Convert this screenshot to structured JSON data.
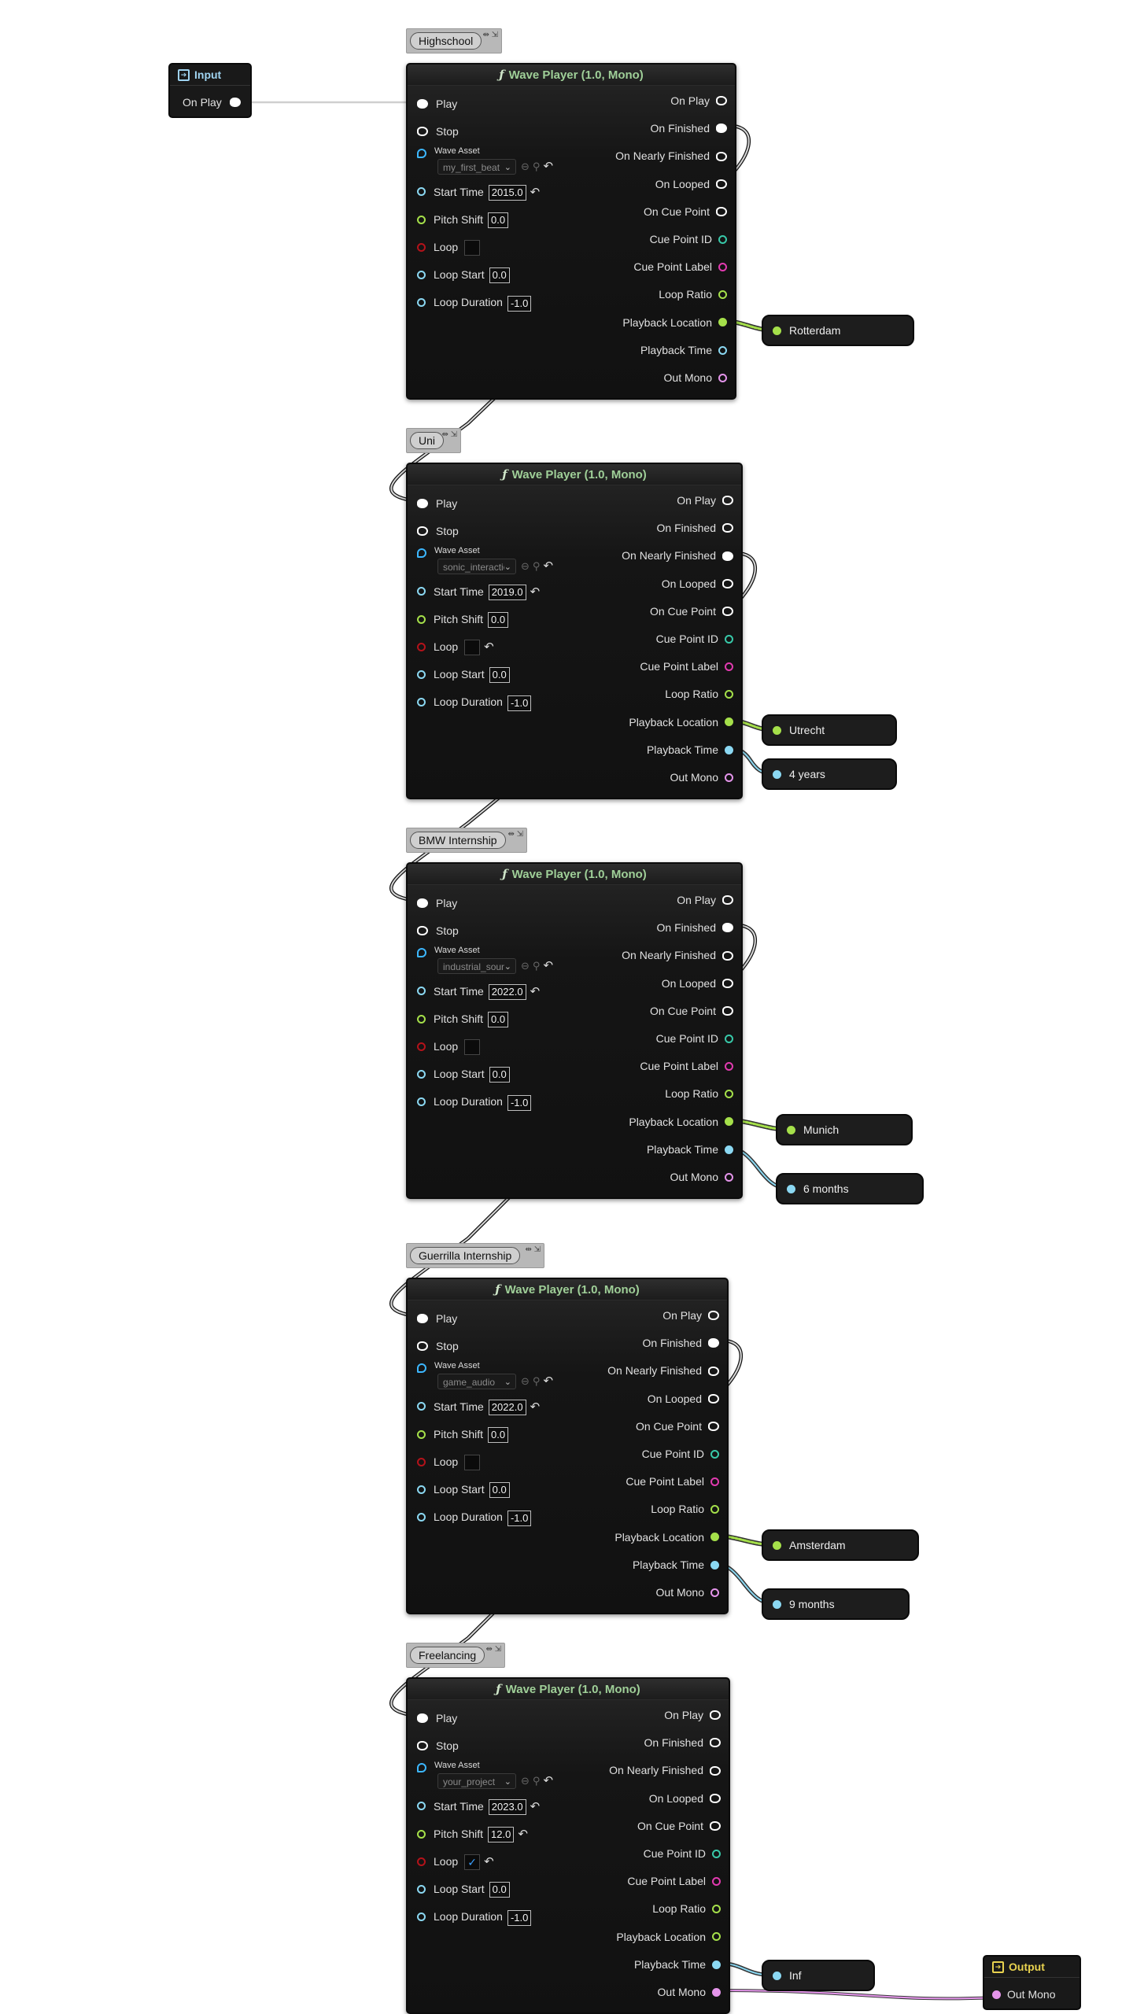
{
  "node_title": "Wave Player (1.0, Mono)",
  "input_node": {
    "title": "Input",
    "out_label": "On Play"
  },
  "output_node": {
    "title": "Output",
    "in_label": "Out Mono"
  },
  "input_labels": {
    "play": "Play",
    "stop": "Stop",
    "wave_asset": "Wave Asset",
    "start_time": "Start Time",
    "pitch_shift": "Pitch Shift",
    "loop": "Loop",
    "loop_start": "Loop Start",
    "loop_duration": "Loop Duration"
  },
  "output_labels": {
    "on_play": "On Play",
    "on_finished": "On Finished",
    "on_nearly_finished": "On Nearly Finished",
    "on_looped": "On Looped",
    "on_cue_point": "On Cue Point",
    "cue_point_id": "Cue Point ID",
    "cue_point_label": "Cue Point Label",
    "loop_ratio": "Loop Ratio",
    "playback_location": "Playback Location",
    "playback_time": "Playback Time",
    "out_mono": "Out Mono"
  },
  "pin_colors": {
    "exec": "#ffffff",
    "wave": "#3cb7ff",
    "time": "#8bd8f2",
    "float": "#a5e04a",
    "bool": "#b3121a",
    "int": "#38c9a9",
    "string": "#e23ab0",
    "audio": "#e494ea"
  },
  "sections": [
    {
      "comment": "Highschool",
      "wave_asset": "my_first_beat",
      "start_time": "2015.0",
      "pitch_shift": "0.0",
      "loop_checked": false,
      "loop_start": "0.0",
      "loop_duration": "-1.0",
      "location": "Rotterdam",
      "time": ""
    },
    {
      "comment": "Uni",
      "wave_asset": "sonic_interaction",
      "start_time": "2019.0",
      "pitch_shift": "0.0",
      "loop_checked": false,
      "loop_start": "0.0",
      "loop_duration": "-1.0",
      "location": "Utrecht",
      "time": "4 years"
    },
    {
      "comment": "BMW Internship",
      "wave_asset": "industrial_sound",
      "start_time": "2022.0",
      "pitch_shift": "0.0",
      "loop_checked": false,
      "loop_start": "0.0",
      "loop_duration": "-1.0",
      "location": "Munich",
      "time": "6 months"
    },
    {
      "comment": "Guerrilla Internship",
      "wave_asset": "game_audio",
      "start_time": "2022.0",
      "pitch_shift": "0.0",
      "loop_checked": false,
      "loop_start": "0.0",
      "loop_duration": "-1.0",
      "location": "Amsterdam",
      "time": "9 months"
    },
    {
      "comment": "Freelancing",
      "wave_asset": "your_project",
      "start_time": "2023.0",
      "pitch_shift": "12.0",
      "loop_checked": true,
      "loop_start": "0.0",
      "loop_duration": "-1.0",
      "location": "",
      "time": "Inf"
    }
  ]
}
